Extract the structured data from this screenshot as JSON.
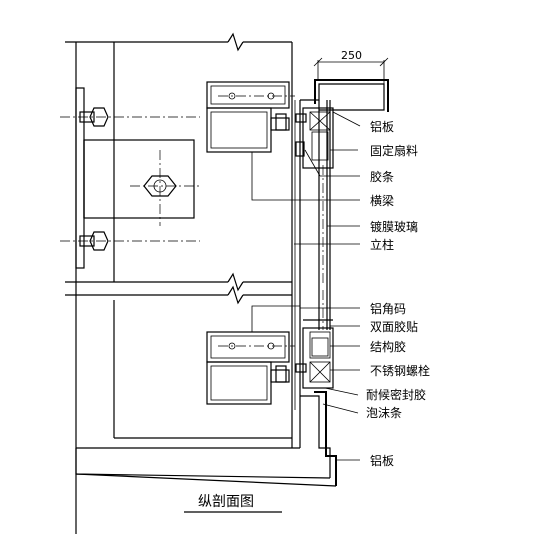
{
  "diagram": {
    "title": "纵剖面图",
    "dimension": "250",
    "labels": {
      "aluminum_panel_top": "铝板",
      "fixed_sash": "固定扇料",
      "rubber_strip": "胶条",
      "beam": "横梁",
      "coated_glass": "镀膜玻璃",
      "column": "立柱",
      "aluminum_angle": "铝角码",
      "double_tape": "双面胶贴",
      "structural_sealant": "结构胶",
      "stainless_bolt": "不锈钢螺栓",
      "weather_sealant": "耐候密封胶",
      "foam_strip": "泡沫条",
      "aluminum_panel_bottom": "铝板"
    }
  }
}
